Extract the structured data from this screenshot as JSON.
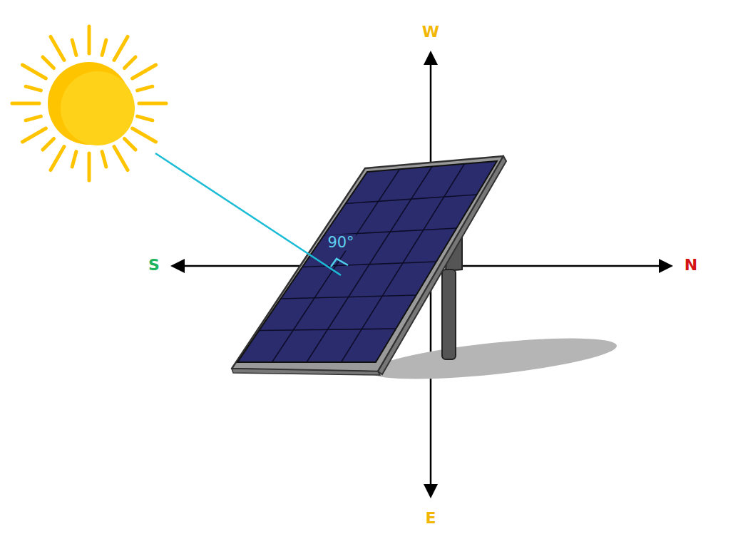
{
  "diagram": {
    "labels": [
      "W",
      "S",
      "N",
      "E",
      "90°"
    ]
  }
}
